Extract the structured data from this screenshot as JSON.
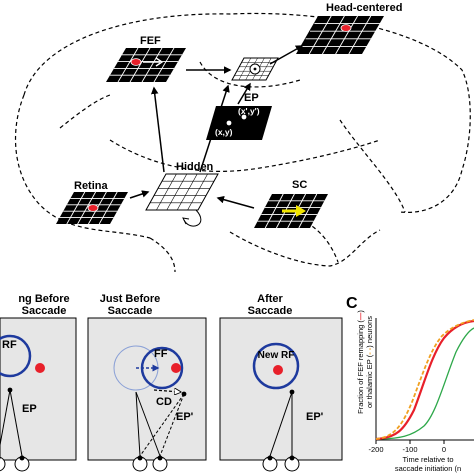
{
  "panel_a": {
    "nodes": {
      "head_centered": "Head-centered",
      "fef": "FEF",
      "ep": "EP",
      "ep_coord_top": "(x',y')",
      "ep_coord_bottom": "(x,y)",
      "hidden": "Hidden",
      "retina": "Retina",
      "sc": "SC"
    }
  },
  "panel_b": {
    "columns": [
      {
        "title_line1": "ng Before",
        "title_line2": "Saccade",
        "rf_label": "RF",
        "ep_label": "EP"
      },
      {
        "title_line1": "Just Before",
        "title_line2": "Saccade",
        "ff_label": "FF",
        "cd_label": "CD",
        "ep_label": "EP'"
      },
      {
        "title_line1": "After",
        "title_line2": "Saccade",
        "rf_label": "New RF",
        "ep_label": "EP'"
      }
    ]
  },
  "panel_c": {
    "letter": "C",
    "ylabel_line1": "Fraction of FEF remapping (",
    "ylabel_line1_end": ")",
    "ylabel_line2": "or thalamic EP (",
    "ylabel_line2_end": ") neurons",
    "xlabel_line1": "Time relative to",
    "xlabel_line2": "saccade initiation (n",
    "xtick_labels": [
      "-200",
      "-100",
      "0"
    ]
  },
  "colors": {
    "red": "#e8202a",
    "blue": "#1e3a9e",
    "green": "#2ea84a",
    "orange": "#f0a020",
    "yellow": "#f2e600",
    "panel_gray": "#e6e6e6"
  }
}
